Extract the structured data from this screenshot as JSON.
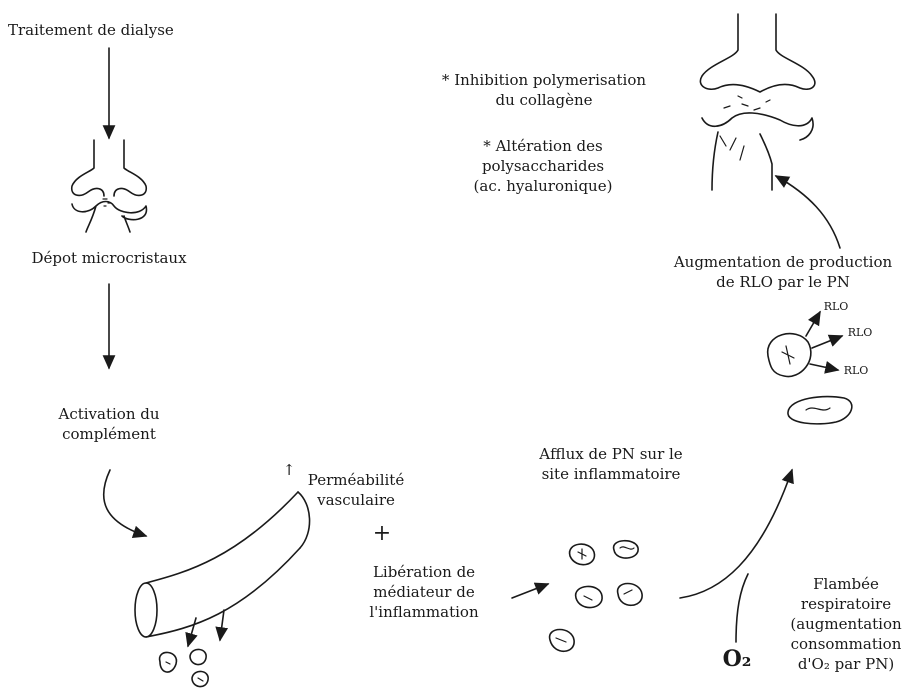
{
  "labels": {
    "dialyse": "Traitement de dialyse",
    "depot": "Dépot microcristaux",
    "activation": [
      "Activation du",
      "complément"
    ],
    "permeabilite_arrow": "↑",
    "permeabilite": [
      "Perméabilité",
      "vasculaire"
    ],
    "plus": "+",
    "liberation": [
      "Libération de",
      "médiateur de",
      "l'inflammation"
    ],
    "afflux": [
      "Afflux de PN sur le",
      "site inflammatoire"
    ],
    "flambee": [
      "Flambée",
      "respiratoire",
      "(augmentation",
      "consommation",
      "d'O₂ par PN)"
    ],
    "o2": "O₂",
    "augmentation": [
      "Augmentation de production",
      "de RLO par le PN"
    ],
    "rlo": [
      "RLO",
      "RLO",
      "RLO"
    ],
    "inhibition": [
      "* Inhibition polymerisation",
      "du collagène"
    ],
    "alteration": [
      "* Altération des",
      "polysaccharides",
      "(ac. hyaluronique)"
    ]
  }
}
